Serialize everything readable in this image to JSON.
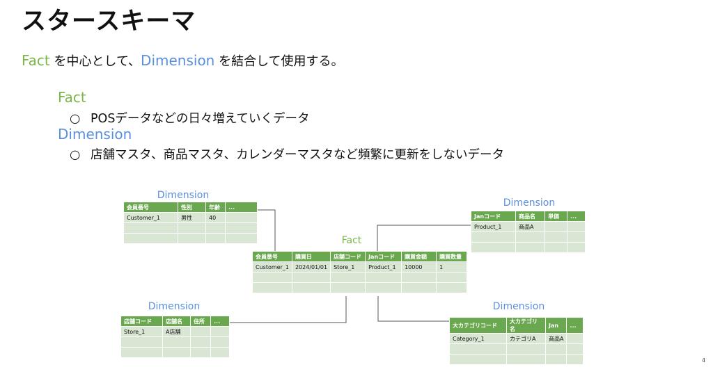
{
  "title": "スタースキーマ",
  "intro": {
    "fact": "Fact",
    "mid": " を中心として、",
    "dimension": "Dimension",
    "tail": " を結合して使用する。"
  },
  "bullets": {
    "fact_head": "Fact",
    "fact_item": "POSデータなどの日々増えていくデータ",
    "dim_head": "Dimension",
    "dim_item": "店舗マスタ、商品マスタ、カレンダーマスタなど頻繁に更新をしないデータ",
    "marker": "○"
  },
  "tables": {
    "member": {
      "label": "Dimension",
      "headers": [
        "会員番号",
        "性別",
        "年齢",
        "..."
      ],
      "rows": [
        [
          "Customer_1",
          "男性",
          "40",
          ""
        ],
        [
          "",
          "",
          "",
          ""
        ],
        [
          "",
          "",
          "",
          ""
        ]
      ]
    },
    "fact": {
      "label": "Fact",
      "headers": [
        "会員番号",
        "購買日",
        "店舗コード",
        "Janコード",
        "購買金額",
        "購買数量"
      ],
      "rows": [
        [
          "Customer_1",
          "2024/01/01",
          "Store_1",
          "Product_1",
          "10000",
          "1"
        ],
        [
          "",
          "",
          "",
          "",
          "",
          ""
        ],
        [
          "",
          "",
          "",
          "",
          "",
          ""
        ]
      ]
    },
    "product": {
      "label": "Dimension",
      "headers": [
        "Janコード",
        "商品名",
        "単価",
        "..."
      ],
      "rows": [
        [
          "Product_1",
          "商品A",
          "",
          ""
        ],
        [
          "",
          "",
          "",
          ""
        ],
        [
          "",
          "",
          "",
          ""
        ]
      ]
    },
    "store": {
      "label": "Dimension",
      "headers": [
        "店舗コード",
        "店舗名",
        "住所",
        "..."
      ],
      "rows": [
        [
          "Store_1",
          "A店舗",
          "",
          ""
        ],
        [
          "",
          "",
          "",
          ""
        ],
        [
          "",
          "",
          "",
          ""
        ]
      ]
    },
    "category": {
      "label": "Dimension",
      "headers": [
        "大カテゴリコード",
        "大カテゴリ名",
        "Jan",
        "..."
      ],
      "rows": [
        [
          "Category_1",
          "カテゴリA",
          "商品A",
          ""
        ],
        [
          "",
          "",
          "",
          ""
        ],
        [
          "",
          "",
          "",
          ""
        ]
      ]
    }
  },
  "colors": {
    "fact": "#7ab648",
    "dimension": "#5b8fdc",
    "header": "#6aa84f",
    "cell": "#d9e6d3"
  },
  "corner_mark": "4"
}
